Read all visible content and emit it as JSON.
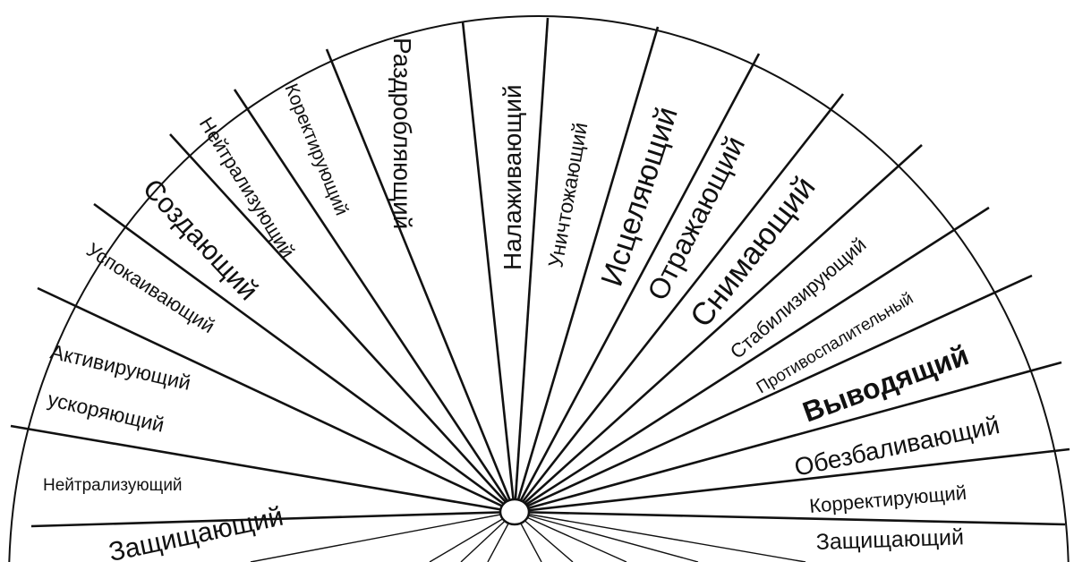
{
  "chart_data": {
    "type": "radial-sector-chart",
    "colors": {
      "line": "#111111",
      "background": "#ffffff"
    },
    "sectors_left_to_right": [
      "Защищающий",
      "Нейтрализующий",
      "Активирующий ускоряющий",
      "Успокаивающий",
      "Создающий",
      "Нейтрализующий",
      "Коректирующий",
      "Раздробляющий",
      "Налаживающий",
      "Уничтожающий",
      "Исцеляющий",
      "Отражающий",
      "Снимающий",
      "Стабилизирующий",
      "Противоспалительный",
      "Выводящий",
      "Обезбаливающий",
      "Корректирующий",
      "Защищающий"
    ]
  },
  "labels": {
    "left_bottom": "Защищающий",
    "neutral_left": "Нейтрализующий",
    "activ_1": "Активирующий",
    "activ_2": "ускоряющий",
    "calm": "Успокаивающий",
    "create": "Создающий",
    "neutral_2": "Нейтрализующий",
    "correct_1": "Коректирующий",
    "crush": "Раздробляющий",
    "adjust": "Налаживающий",
    "destroy": "Уничтожающий",
    "heal": "Исцеляющий",
    "reflect": "Отражающий",
    "remove": "Снимающий",
    "stabilize": "Стабилизирующий",
    "anti_inflam": "Противоспалительный",
    "excrete": "Выводящий",
    "painkill": "Обезбаливающий",
    "correct_2": "Корректирующий",
    "protect": "Защищающий"
  }
}
